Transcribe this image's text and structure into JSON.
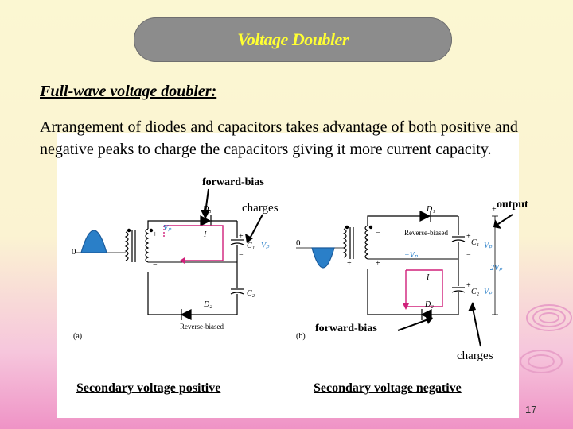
{
  "slide": {
    "title": "Voltage Doubler",
    "heading": "Full-wave voltage doubler:",
    "body": "Arrangement of diodes and capacitors takes advantage of both positive and negative peaks to charge the capacitors giving it more current capacity.",
    "page_number": "17"
  },
  "annotations": {
    "forward_bias_top": "forward-bias",
    "charges_left": "charges",
    "output": "output",
    "forward_bias_bottom": "forward-bias",
    "charges_right": "charges",
    "caption_left": "Secondary voltage positive",
    "caption_right": "Secondary voltage negative"
  },
  "circuit_a": {
    "figure_label": "(a)",
    "zero": "0",
    "d1": "D₁",
    "d2": "D₂",
    "c1": "C₁",
    "c2": "C₂",
    "vp_secondary": "Vₚ",
    "vp_cap": "Vₚ",
    "current": "I",
    "reverse_biased": "Reverse-biased"
  },
  "circuit_b": {
    "figure_label": "(b)",
    "zero": "0",
    "d1": "D₁",
    "d2": "D₂",
    "c1": "C₁",
    "c2": "C₂",
    "vp_secondary": "−Vₚ",
    "vp_c1": "Vₚ",
    "vp_c2": "Vₚ",
    "two_vp": "2Vₚ",
    "current": "I",
    "reverse_biased": "Reverse-biased"
  },
  "colors": {
    "title_text": "#ffff33",
    "title_pill": "#8c8c8c",
    "waveform": "#2a7fc8",
    "current_path": "#d0207a"
  }
}
